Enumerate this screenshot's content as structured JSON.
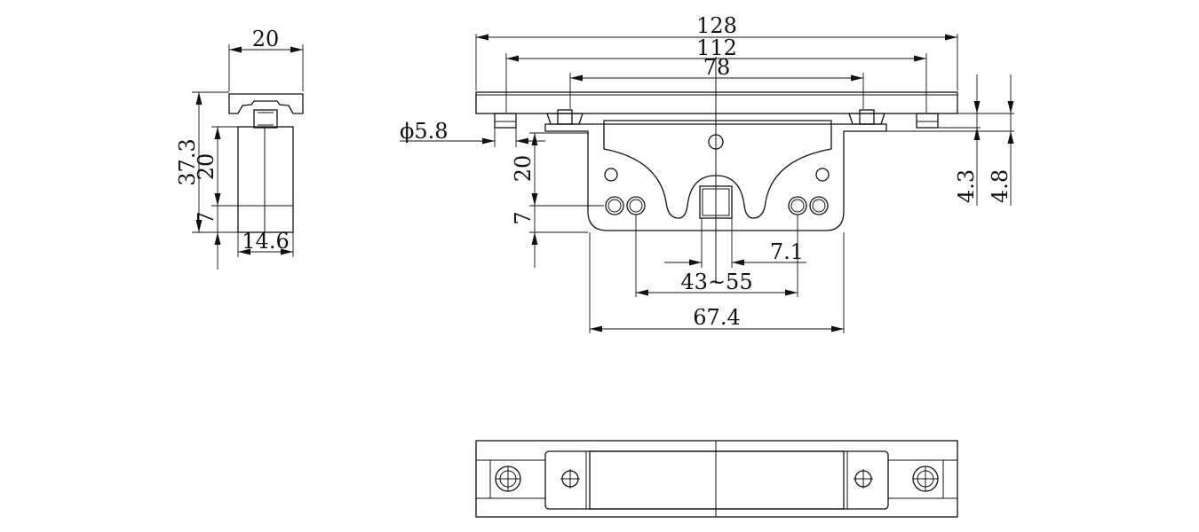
{
  "drawing": {
    "side_view": {
      "width_top": "20",
      "total_height": "37.3",
      "body_height": "20",
      "lower_height": "7",
      "bottom_width": "14.6"
    },
    "front_view": {
      "length_overall": "128",
      "hole_spacing": "112",
      "inner_spacing": "78",
      "hole_diameter": "ϕ5.8",
      "body_height": "20",
      "lower_height": "7",
      "square_offset": "7.1",
      "range_spacing": "43~55",
      "body_width": "67.4",
      "plate_offset_1": "4.3",
      "plate_offset_2": "4.8"
    }
  }
}
